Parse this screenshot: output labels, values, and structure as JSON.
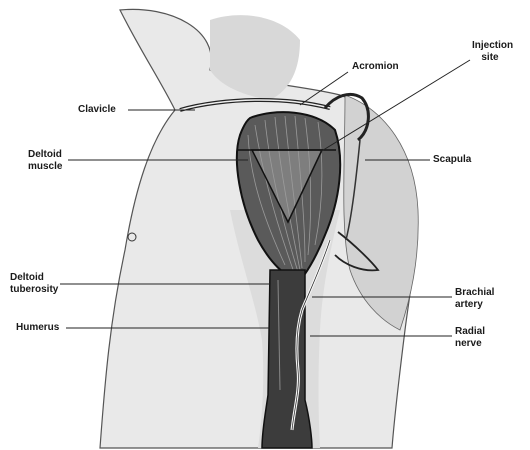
{
  "labels": {
    "acromion": "Acromion",
    "injection_site": "Injection site",
    "clavicle": "Clavicle",
    "deltoid_muscle": "Deltoid muscle",
    "scapula": "Scapula",
    "deltoid_tuberosity": "Deltoid tuberosity",
    "brachial_artery": "Brachial artery",
    "humerus": "Humerus",
    "radial_nerve": "Radial nerve"
  },
  "colors": {
    "ink": "#1a1a1a",
    "shade": "#cfcfcf",
    "muscle": "#3a3a3a"
  }
}
